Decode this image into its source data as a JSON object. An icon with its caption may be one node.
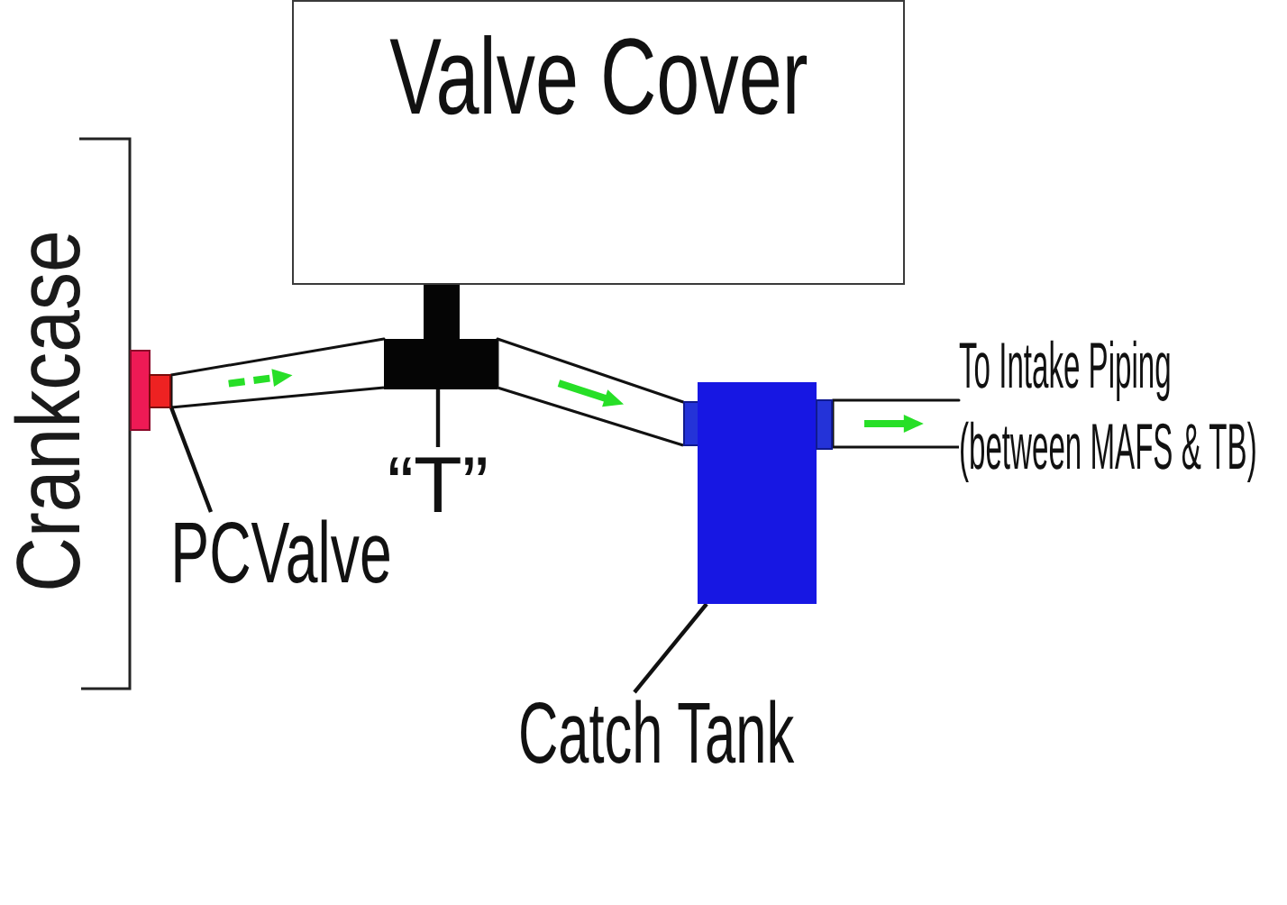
{
  "diagram": {
    "nodes": [
      {
        "text": [
          "Valve Cover"
        ]
      },
      {
        "text": [],
        "shape": "box"
      },
      {
        "text": [],
        "shape": "box"
      },
      {
        "text": [],
        "shape": "box"
      },
      {
        "text": [
          "PCValve"
        ]
      },
      {
        "text": [
          "“T”"
        ]
      },
      {
        "text": [
          "Catch Tank"
        ]
      },
      {
        "text": [
          "To Intake Piping (between MAFS & TB)"
        ]
      }
    ],
    "edges": [
      {
        "from": 1,
        "to": 2,
        "arrow": "none"
      },
      {
        "from": 2,
        "to": 3,
        "arrow": "none"
      },
      {
        "from": 3,
        "to": 7,
        "arrow": "none"
      },
      {
        "from": 4,
        "to": 1,
        "arrow": "none"
      },
      {
        "from": 5,
        "to": 2,
        "arrow": "none"
      },
      {
        "from": 6,
        "to": 3,
        "arrow": "none"
      }
    ],
    "labels": [
      "Crankcase"
    ]
  }
}
